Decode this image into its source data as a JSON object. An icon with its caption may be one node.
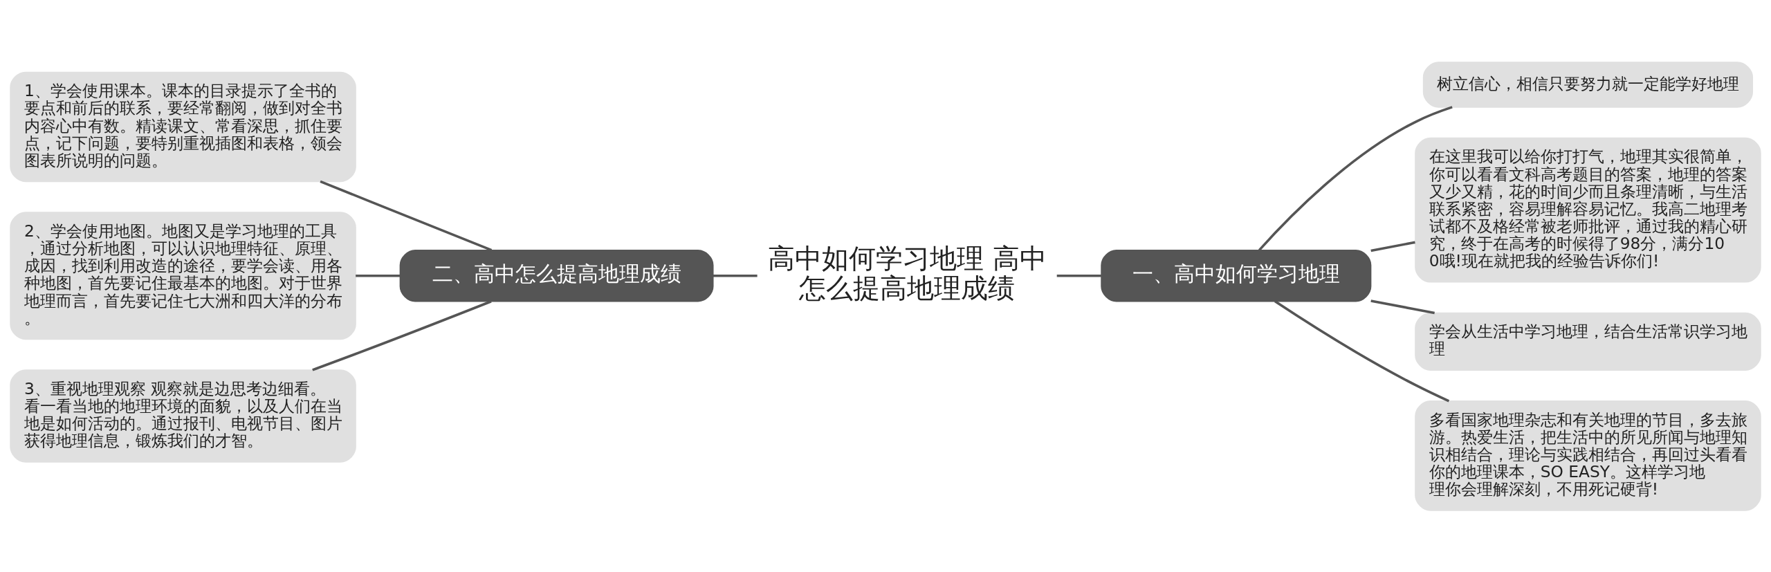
{
  "diagram": {
    "nodes": [
      {
        "text": [
          "高中如何学习地理 高中怎么提高地理成绩"
        ]
      },
      {
        "text": [
          "二、高中怎么提高地理成绩"
        ]
      },
      {
        "text": [
          "1、学会使用课本。课本的目录提示了全书的要点和前后的联系，要经常翻阅，做到对全书内容心中有数。精读课文、常看深思，抓住要点，记下问题，要特别重视插图和表格，领会图表所说明的问题。"
        ]
      },
      {
        "text": [
          "2、学会使用地图。地图又是学习地理的工具，通过分析地图，可以认识地理特征、原理、成因，找到利用改造的途径，要学会读、用各种地图，首先要记住最基本的地图。对于世界地理而言，首先要记住七大洲和四大洋的分布。"
        ]
      },
      {
        "text": [
          "3、重视地理观察 观察就是边思考边细看。看一看当地的地理环境的面貌，以及人们在当地是如何活动的。通过报刊、电视节目、图片获得地理信息，锻炼我们的才智。"
        ]
      },
      {
        "text": [
          "一、高中如何学习地理"
        ]
      },
      {
        "text": [
          "树立信心，相信只要努力就一定能学好地理"
        ]
      },
      {
        "text": [
          "在这里我可以给你打打气，地理其实很简单，你可以看看文科高考题目的答案，地理的答案又少又精，花的时间少而且条理清晰，与生活联系紧密，容易理解容易记忆。我高二地理考试都不及格经常被老师批评，通过我的精心研究，终于在高考的时候得了98分，满分100哦!现在就把我的经验告诉你们!"
        ]
      },
      {
        "text": [
          "学会从生活中学习地理，结合生活常识学习地理"
        ]
      },
      {
        "text": [
          "多看国家地理杂志和有关地理的节目，多去旅游。热爱生活，把生活中的所见所闻与地理知识相结合，理论与实践相结合，再回过头看看你的地理课本，SO EASY。这样学习地理你会理解深刻，不用死记硬背!"
        ]
      }
    ],
    "edges": [
      {
        "from": 0,
        "to": 1,
        "arrow": "none"
      },
      {
        "from": 1,
        "to": 2,
        "arrow": "none"
      },
      {
        "from": 1,
        "to": 3,
        "arrow": "none"
      },
      {
        "from": 1,
        "to": 4,
        "arrow": "none"
      },
      {
        "from": 0,
        "to": 5,
        "arrow": "none"
      },
      {
        "from": 5,
        "to": 6,
        "arrow": "none"
      },
      {
        "from": 5,
        "to": 7,
        "arrow": "none"
      },
      {
        "from": 5,
        "to": 8,
        "arrow": "none"
      },
      {
        "from": 5,
        "to": 9,
        "arrow": "none"
      }
    ]
  }
}
